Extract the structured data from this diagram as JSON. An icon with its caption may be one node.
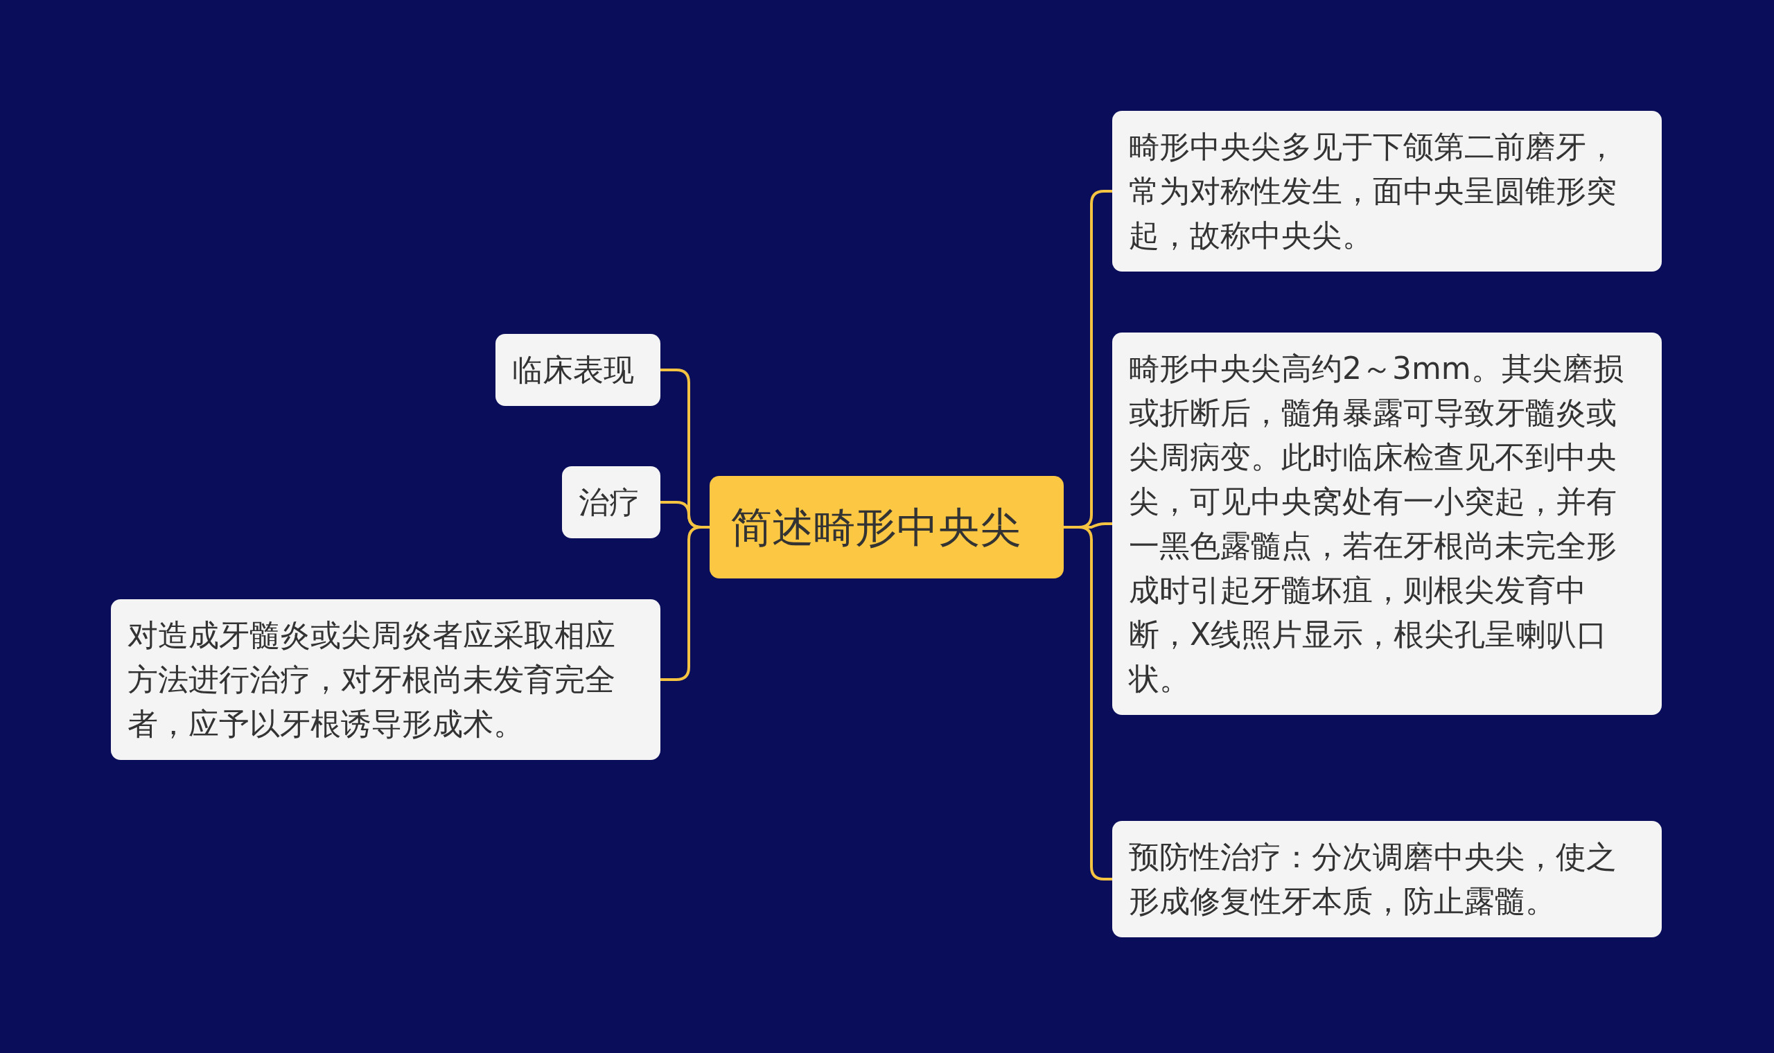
{
  "diagram": {
    "nodes": [
      {
        "text": [
          "简述畸形中央尖"
        ]
      },
      {
        "text": [
          "临床表现"
        ]
      },
      {
        "text": [
          "治疗"
        ]
      },
      {
        "text": [
          "对造成牙髓炎或尖周炎者应采取相应方法进行治疗，对牙根尚未发育完全者，应予以牙根诱导形成术。"
        ]
      },
      {
        "text": [
          "畸形中央尖多见于下颌第二前磨牙，常为对称性发生，面中央呈圆锥形突起，故称中央尖。"
        ]
      },
      {
        "text": [
          "畸形中央尖高约2～3mm。其尖磨损或折断后，髓角暴露可导致牙髓炎或尖周病变。此时临床检查见不到中央尖，可见中央窝处有一小突起，并有一黑色露髓点，若在牙根尚未完全形成时引起牙髓坏疽，则根尖发育中断，X线照片显示，根尖孔呈喇叭口状。"
        ]
      },
      {
        "text": [
          "预防性治疗：分次调磨中央尖，使之形成修复性牙本质，防止露髓。"
        ]
      }
    ],
    "edges": [
      {
        "from": 0,
        "to": 1,
        "arrow": "none"
      },
      {
        "from": 0,
        "to": 2,
        "arrow": "none"
      },
      {
        "from": 0,
        "to": 3,
        "arrow": "none"
      },
      {
        "from": 0,
        "to": 4,
        "arrow": "none"
      },
      {
        "from": 0,
        "to": 5,
        "arrow": "none"
      },
      {
        "from": 0,
        "to": 6,
        "arrow": "none"
      }
    ]
  }
}
